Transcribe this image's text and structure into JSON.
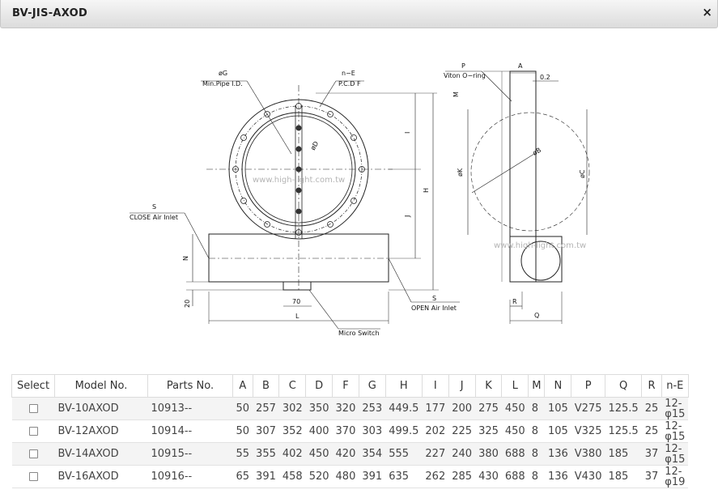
{
  "window": {
    "title": "BV-JIS-AXOD",
    "close_glyph": "×"
  },
  "drawing": {
    "labels": {
      "g": "øG",
      "min_pipe": "Min.Pipe I.D.",
      "ne": "n−E",
      "pcd": "P.C.D F",
      "d": "øD",
      "s_left": "S",
      "close_inlet": "CLOSE Air Inlet",
      "s_right": "S",
      "open_inlet": "OPEN Air Inlet",
      "micro_switch": "Micro Switch",
      "n": "N",
      "twenty": "20",
      "seventy": "70",
      "l": "L",
      "i": "I",
      "j": "J",
      "h": "H",
      "p": "P",
      "viton": "Viton O−ring",
      "a": "A",
      "zero_two": "0.2",
      "m": "M",
      "k": "øK",
      "b": "øB",
      "c": "øC",
      "r": "R",
      "q": "Q"
    },
    "watermark": "www.high-light.com.tw"
  },
  "table": {
    "headers": [
      "Select",
      "Model No.",
      "Parts No.",
      "A",
      "B",
      "C",
      "D",
      "F",
      "G",
      "H",
      "I",
      "J",
      "K",
      "L",
      "M",
      "N",
      "P",
      "Q",
      "R",
      "n-E"
    ],
    "rows": [
      {
        "model": "BV-10AXOD",
        "parts": "10913--",
        "A": "50",
        "B": "257",
        "C": "302",
        "D": "350",
        "F": "320",
        "G": "253",
        "H": "449.5",
        "I": "177",
        "J": "200",
        "K": "275",
        "L": "450",
        "M": "8",
        "N": "105",
        "P": "V275",
        "Q": "125.5",
        "R": "25",
        "nE1": "12-",
        "nE2": "φ15"
      },
      {
        "model": "BV-12AXOD",
        "parts": "10914--",
        "A": "50",
        "B": "307",
        "C": "352",
        "D": "400",
        "F": "370",
        "G": "303",
        "H": "499.5",
        "I": "202",
        "J": "225",
        "K": "325",
        "L": "450",
        "M": "8",
        "N": "105",
        "P": "V325",
        "Q": "125.5",
        "R": "25",
        "nE1": "12-",
        "nE2": "φ15"
      },
      {
        "model": "BV-14AXOD",
        "parts": "10915--",
        "A": "55",
        "B": "355",
        "C": "402",
        "D": "450",
        "F": "420",
        "G": "354",
        "H": "555",
        "I": "227",
        "J": "240",
        "K": "380",
        "L": "688",
        "M": "8",
        "N": "136",
        "P": "V380",
        "Q": "185",
        "R": "37",
        "nE1": "12-",
        "nE2": "φ15"
      },
      {
        "model": "BV-16AXOD",
        "parts": "10916--",
        "A": "65",
        "B": "391",
        "C": "458",
        "D": "520",
        "F": "480",
        "G": "391",
        "H": "635",
        "I": "262",
        "J": "285",
        "K": "430",
        "L": "688",
        "M": "8",
        "N": "136",
        "P": "V430",
        "Q": "185",
        "R": "37",
        "nE1": "12-",
        "nE2": "φ19"
      }
    ]
  }
}
